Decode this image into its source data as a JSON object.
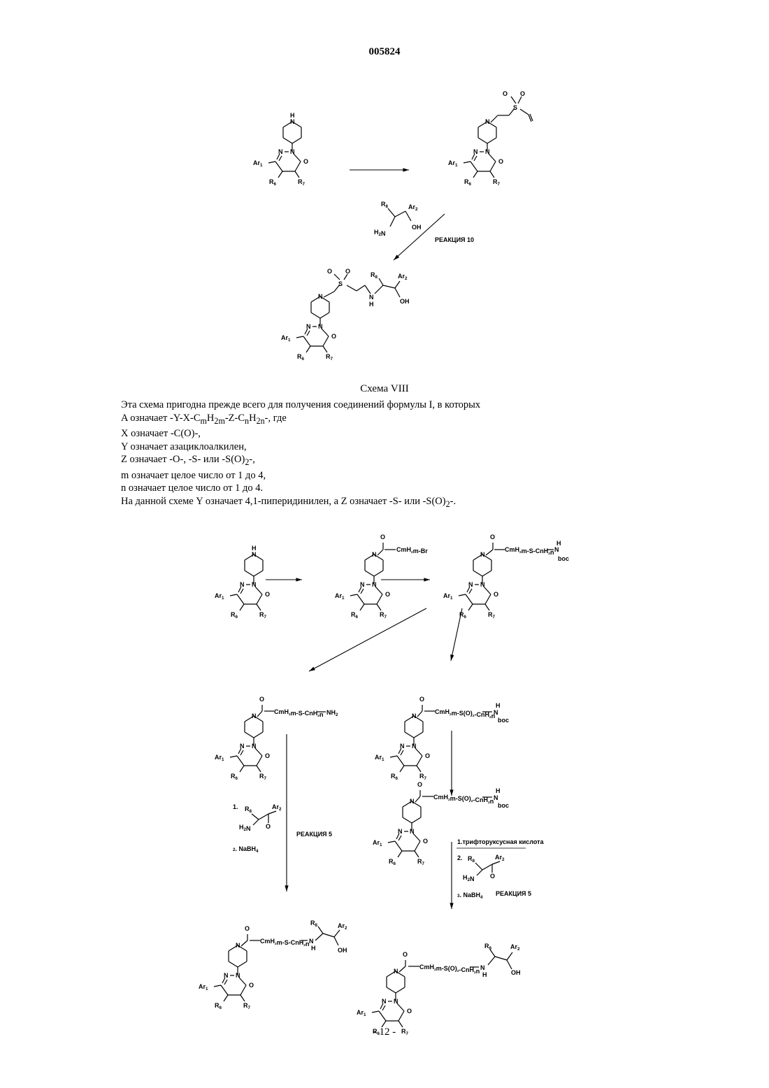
{
  "header": {
    "doc_number": "005824"
  },
  "scheme_caption": "Схема VIII",
  "paragraph": {
    "line1": "Эта схема пригодна прежде всего для получения соединений формулы I, в которых",
    "line2": "A означает -Y-X-CmH2m-Z-CnH2n-, где",
    "line3": "X означает -C(O)-,",
    "line4": "Y означает азациклоалкилен,",
    "line5": "Z означает -O-, -S- или -S(O)2-,",
    "line6": "m означает целое число от 1 до 4,",
    "line7": "n означает целое число от 1 до 4.",
    "line8": "На данной схеме Y означает 4,1-пиперидинилен, а Z означает -S- или -S(O)2-."
  },
  "labels": {
    "ar1": "Ar1",
    "ar2": "Ar2",
    "r6": "R6",
    "r7": "R7",
    "r8": "R8",
    "n": "N",
    "h": "H",
    "o": "O",
    "oh": "OH",
    "s": "S",
    "h2n": "H2N",
    "nh2": "NH2",
    "boc": "boc",
    "reaction10": "РЕАКЦИЯ 10",
    "reaction5": "РЕАКЦИЯ 5",
    "step1": "1.",
    "step2_nabh4": "2. NaBH4",
    "tfa": "1.трифторуксусная кислота",
    "step2": "2.",
    "step3_nabh4": "3. NaBH4",
    "chain_br": "CmH2m-Br",
    "chain_s_boc": "CmH2m-S-CnH2n",
    "chain_s_nh2": "CmH2m-S-CnH2n",
    "chain_so2": "CmH2m-S(O)2-CnH2n"
  },
  "footer": {
    "page": "- 12 -"
  }
}
